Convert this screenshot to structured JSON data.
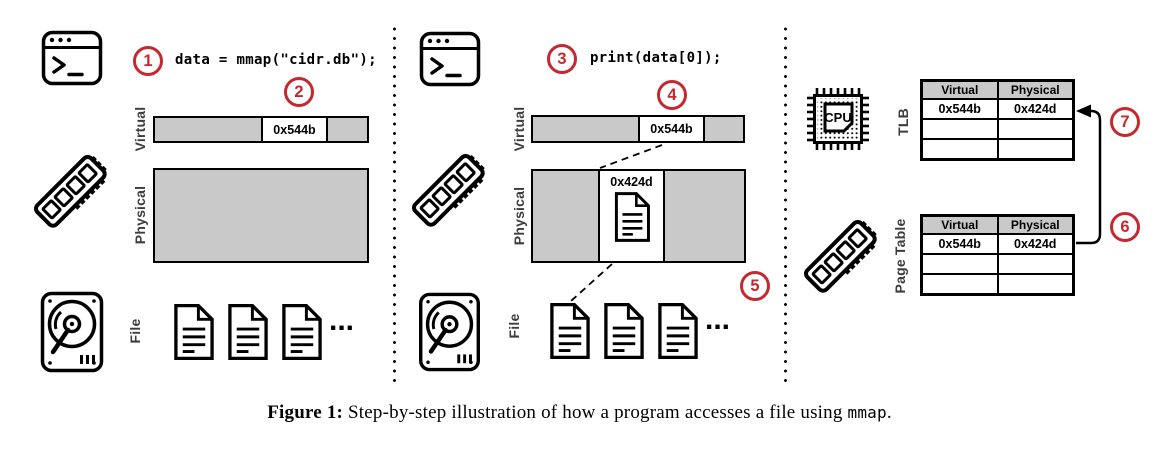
{
  "colors": {
    "accent_red": "#c5282e",
    "fill_gray": "#c9c9ca",
    "table_header_gray": "#c9c9c9",
    "stroke_black": "#000000",
    "label_gray": "#3d3d3d",
    "background": "#ffffff"
  },
  "icons": {
    "terminal-icon": "window with three dots and >_ prompt",
    "ram-icon": "diagonal memory stick with 4 holes and pin teeth",
    "hdd-icon": "hard disk drive with platter and arm",
    "document-icon": "page with folded corner and text lines",
    "cpu-icon": "chip with pins, dotted die field and CPU core",
    "arrow-icon": "elbow arrow from page table to TLB"
  },
  "panels": {
    "left": {
      "step1": "1",
      "code": "data = mmap(\"cidr.db\");",
      "step2": "2",
      "virtual_label": "Virtual",
      "virtual_page": "0x544b",
      "physical_label": "Physical",
      "file_label": "File",
      "ellipsis": "..."
    },
    "middle": {
      "step3": "3",
      "code": "print(data[0]);",
      "step4": "4",
      "virtual_label": "Virtual",
      "virtual_page": "0x544b",
      "physical_label": "Physical",
      "physical_page": "0x424d",
      "step5": "5",
      "file_label": "File",
      "ellipsis": "..."
    },
    "right": {
      "cpu_text": "CPU",
      "step7": "7",
      "step6": "6",
      "tlb": {
        "label": "TLB",
        "headers": [
          "Virtual",
          "Physical"
        ],
        "rows": [
          [
            "0x544b",
            "0x424d"
          ],
          [
            "",
            ""
          ],
          [
            "",
            ""
          ]
        ]
      },
      "page_table": {
        "label": "Page Table",
        "headers": [
          "Virtual",
          "Physical"
        ],
        "rows": [
          [
            "0x544b",
            "0x424d"
          ],
          [
            "",
            ""
          ],
          [
            "",
            ""
          ]
        ]
      }
    }
  },
  "caption": {
    "label": "Figure 1:",
    "body": " Step-by-step illustration of how a program accesses a file using ",
    "code": "mmap",
    "period": "."
  }
}
